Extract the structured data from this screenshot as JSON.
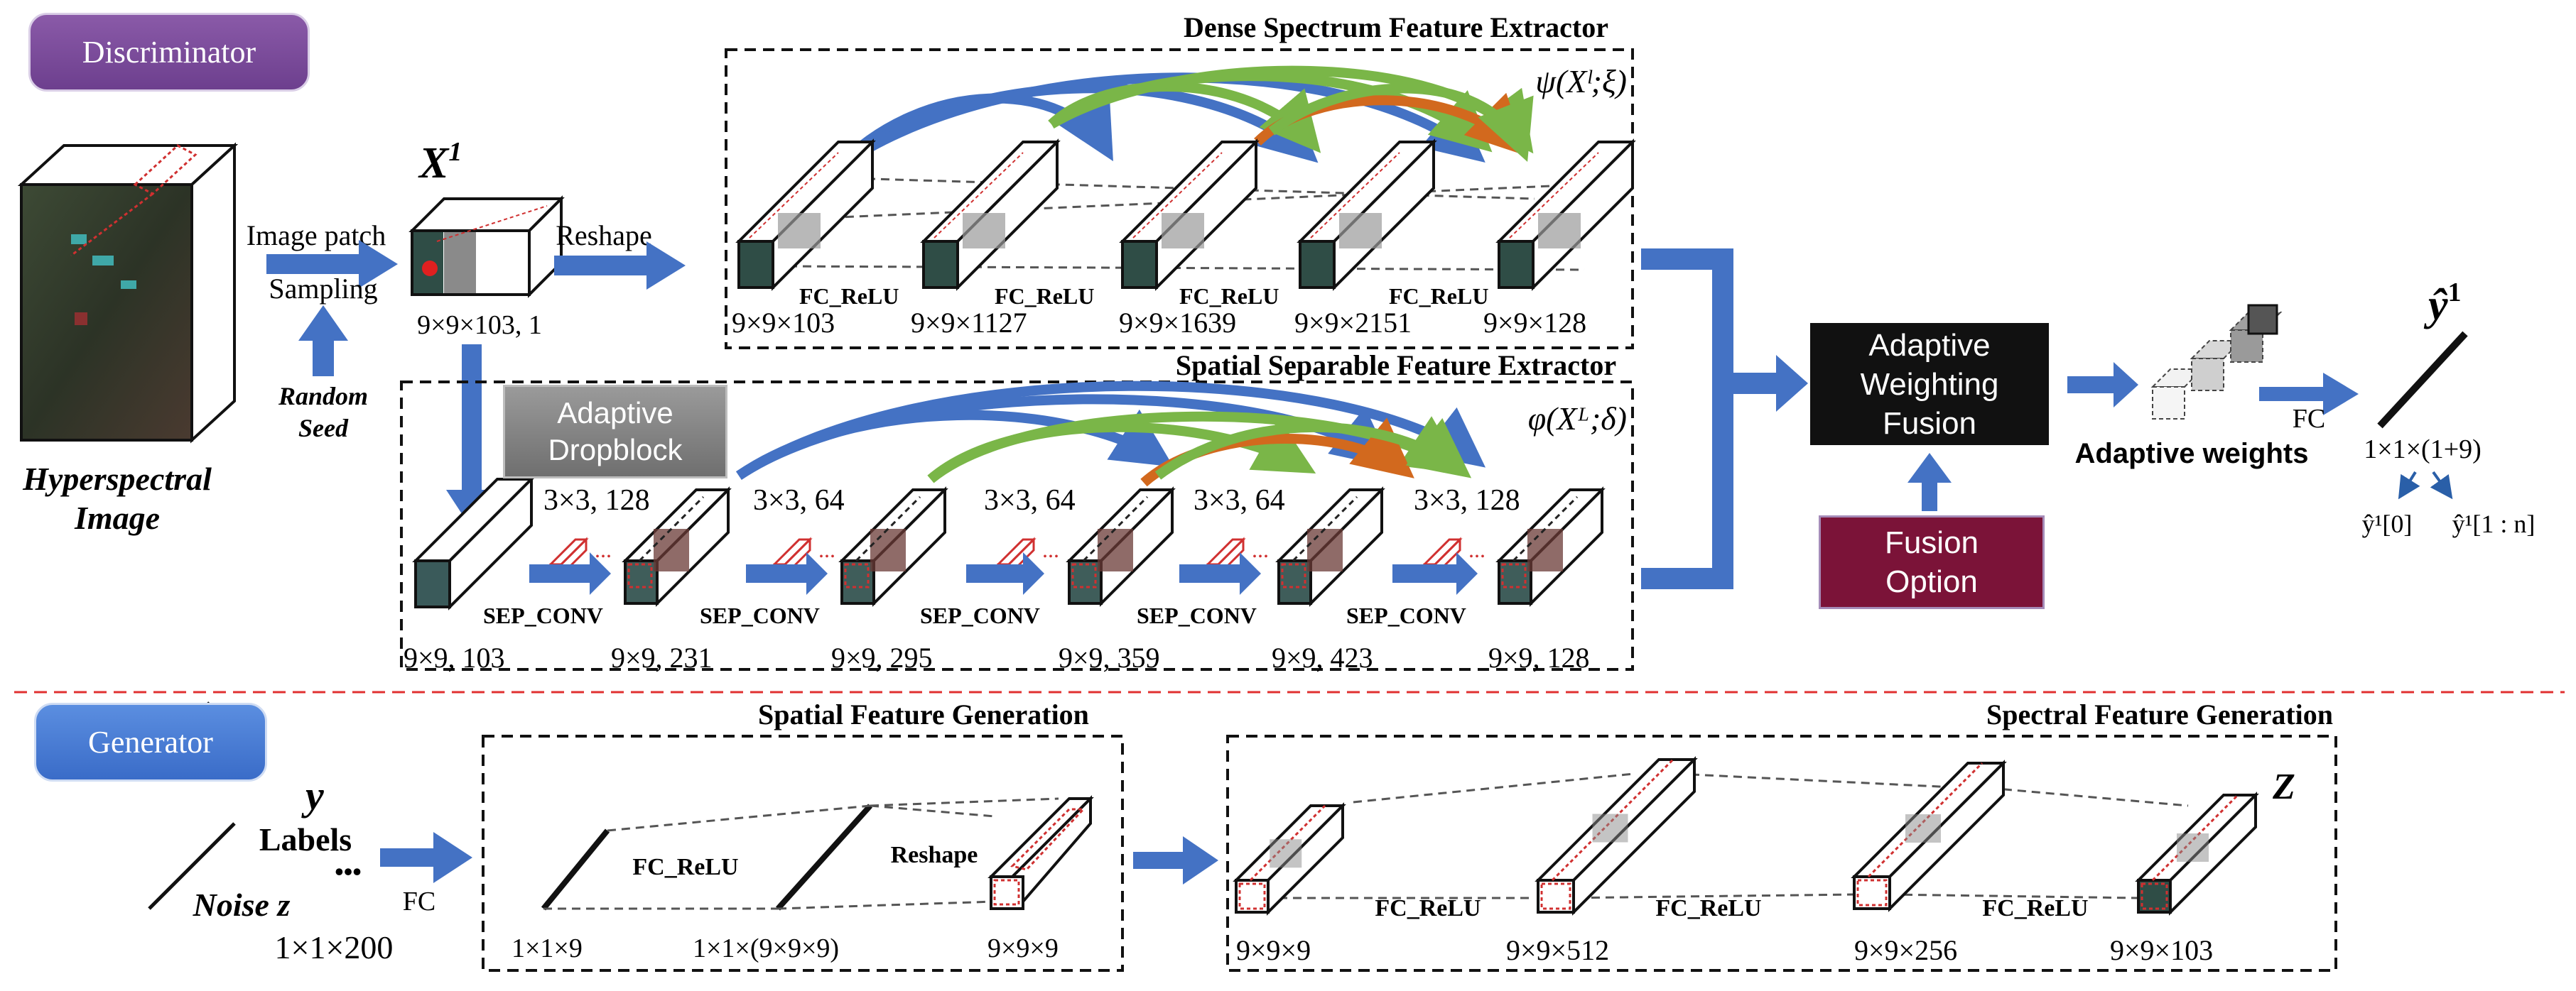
{
  "badges": {
    "discriminator": "Discriminator",
    "generator": "Generator"
  },
  "hyperspectral": {
    "line1": "Hyperspectral",
    "line2": "Image"
  },
  "sampling": {
    "image_patch": "Image patch",
    "sampling": "Sampling",
    "random": "Random",
    "seed": "Seed"
  },
  "x1": {
    "label": "X",
    "sup": "1",
    "dims": "9×9×103, 1",
    "reshape": "Reshape"
  },
  "dense": {
    "title": "Dense Spectrum Feature Extractor",
    "func": "ψ(Xˡ;ξ)",
    "dims": [
      "9×9×103",
      "9×9×1127",
      "9×9×1639",
      "9×9×2151",
      "9×9×128"
    ],
    "op": "FC_ReLU"
  },
  "spatial": {
    "title": "Spatial Separable Feature Extractor",
    "func": "φ(Xᴸ;δ)",
    "dropblock": {
      "line1": "Adaptive",
      "line2": "Dropblock"
    },
    "kernels": [
      "3×3, 128",
      "3×3, 64",
      "3×3, 64",
      "3×3, 64",
      "3×3, 128"
    ],
    "dims": [
      "9×9, 103",
      "9×9, 231",
      "9×9, 295",
      "9×9, 359",
      "9×9, 423",
      "9×9, 128"
    ],
    "op": "SEP_CONV"
  },
  "fusion": {
    "line1": "Adaptive",
    "line2": "Weighting",
    "line3": "Fusion"
  },
  "option": {
    "line1": "Fusion",
    "line2": "Option"
  },
  "weights": {
    "label": "Adaptive weights",
    "fc": "FC"
  },
  "output": {
    "y": "ŷ",
    "sup": "1",
    "dims": "1×1×(1+9)",
    "y0": "ŷ¹[0]",
    "y1n": "ŷ¹[1 : n]"
  },
  "generator": {
    "y": "y",
    "labels": "Labels",
    "dots": "•••",
    "noise": "Noise z",
    "fc": "FC",
    "noise_dims": "1×1×200"
  },
  "spatial_gen": {
    "title": "Spatial Feature Generation",
    "fc_relu": "FC_ReLU",
    "reshape": "Reshape",
    "dims": [
      "1×1×9",
      "1×1×(9×9×9)",
      "9×9×9"
    ]
  },
  "spectral_gen": {
    "title": "Spectral Feature Generation",
    "z": "Z",
    "fc_relu": "FC_ReLU",
    "dims": [
      "9×9×9",
      "9×9×512",
      "9×9×256",
      "9×9×103"
    ]
  },
  "colors": {
    "arrow": "#4472c4",
    "green": "#7ab648",
    "orange": "#d2691e",
    "divider": "#e03030"
  }
}
